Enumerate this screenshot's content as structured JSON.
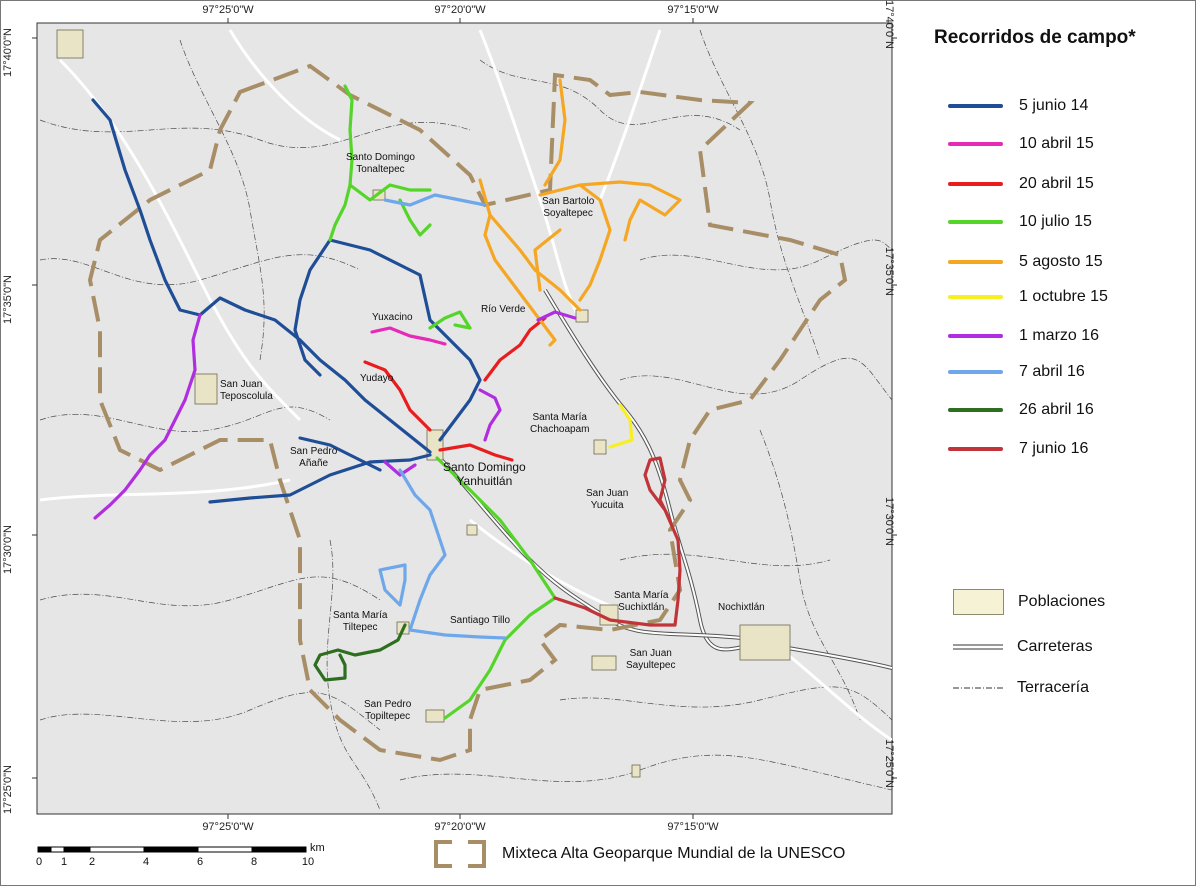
{
  "colors": {
    "background": "#e6e6e6",
    "roads": "#ffffff",
    "dirt_roads": "#4a4a4a",
    "geopark_boundary": "#a88e66",
    "towns": "#e9e4c5"
  },
  "coordinates": {
    "top": [
      "97°25'0\"W",
      "97°20'0\"W",
      "97°15'0\"W"
    ],
    "bottom": [
      "97°25'0\"W",
      "97°20'0\"W",
      "97°15'0\"W"
    ],
    "left": [
      "17°40'0\"N",
      "17°35'0\"N",
      "17°30'0\"N",
      "17°25'0\"N"
    ],
    "right": [
      "17°40'0\"N",
      "17°35'0\"N",
      "17°30'0\"N",
      "17°25'0\"N"
    ]
  },
  "places": {
    "santo_domingo_tonaltepec": [
      "Santo Domingo",
      "Tonaltepec"
    ],
    "san_bartolo_soyaltepec": [
      "San Bartolo",
      "Soyaltepec"
    ],
    "yuxacino": "Yuxacino",
    "rio_verde": "Río Verde",
    "san_juan_teposcolula": [
      "San Juan",
      "Teposcolula"
    ],
    "yudayo": "Yudayo",
    "santa_maria_chachoapam": [
      "Santa María",
      "Chachoapam"
    ],
    "san_pedro_anane": [
      "San Pedro",
      "Añañe"
    ],
    "santo_domingo_yanhuitlan": [
      "Santo Domingo",
      "Yanhuitlán"
    ],
    "san_juan_yucuita": [
      "San Juan",
      "Yucuita"
    ],
    "santa_maria_suchixtlan": [
      "Santa María",
      "Suchixtlán"
    ],
    "nochixtlan": "Nochixtlán",
    "santa_maria_tiltepec": [
      "Santa María",
      "Tiltepec"
    ],
    "santiago_tillo": "Santiago Tillo",
    "san_juan_sayultepec": [
      "San Juan",
      "Sayultepec"
    ],
    "san_pedro_topiltepec": [
      "San Pedro",
      "Topiltepec"
    ]
  },
  "legend": {
    "title": "Recorridos de campo*",
    "routes": [
      {
        "label": "5 junio 14",
        "color": "#1f4e96"
      },
      {
        "label": "10 abril 15",
        "color": "#e62ab8"
      },
      {
        "label": "20 abril 15",
        "color": "#e81e1e"
      },
      {
        "label": "10 julio 15",
        "color": "#55d52a"
      },
      {
        "label": "5 agosto 15",
        "color": "#f5a623"
      },
      {
        "label": "1 octubre 15",
        "color": "#f7ef1f"
      },
      {
        "label": "1 marzo 16",
        "color": "#b12ee0"
      },
      {
        "label": "7 abril 16",
        "color": "#6fa8ea"
      },
      {
        "label": "26 abril 16",
        "color": "#2d6e1f"
      },
      {
        "label": "7 junio 16",
        "color": "#c0343a"
      }
    ],
    "symbols": {
      "poblaciones": "Poblaciones",
      "carreteras": "Carreteras",
      "terraceria": "Terracería"
    }
  },
  "scale_bar": {
    "unit": "km",
    "ticks": [
      "0",
      "1",
      "2",
      "4",
      "6",
      "8",
      "10"
    ]
  },
  "geopark_label": "Mixteca Alta Geoparque Mundial de la UNESCO"
}
